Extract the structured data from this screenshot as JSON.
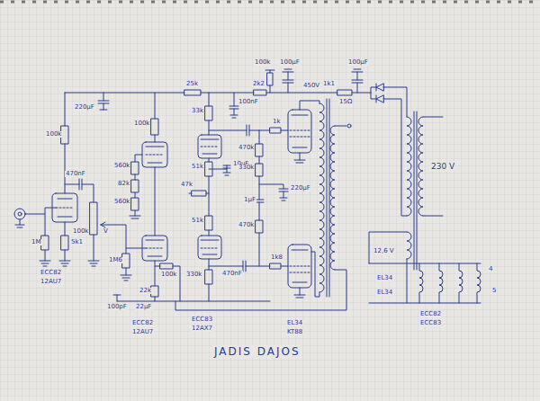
{
  "diagram": {
    "title": "JADIS DAJOS",
    "labels": [
      "220µF",
      "100k",
      "470nF",
      "100k",
      "1M",
      "5k1",
      "ECC82",
      "12AU7",
      "V",
      "1M6",
      "100k",
      "560k",
      "82k",
      "560k",
      "100k",
      "22k",
      "22µF",
      "100pF",
      "ECC82",
      "12AU7",
      "25k",
      "33k",
      "100nF",
      "51k",
      "10µF",
      "47k",
      "51k",
      "330k",
      "ECC83",
      "12AX7",
      "2k2",
      "1k",
      "470k",
      "330k",
      "220µF",
      "1µF",
      "470k",
      "1k8",
      "470nF",
      "EL34",
      "KT88",
      "100k",
      "100µF",
      "100µF",
      "450V",
      "1k1",
      "15Ω",
      "230 V",
      "12,6 V",
      "EL34",
      "EL34",
      "ECC82",
      "ECC83",
      "4",
      "5"
    ]
  }
}
